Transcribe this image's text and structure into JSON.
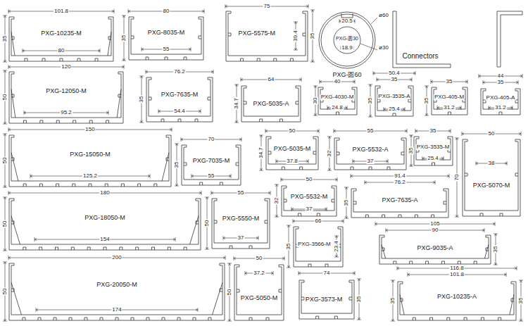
{
  "diagram": {
    "nodes": [
      {
        "text": [
          "PXG-10235-M"
        ]
      },
      {
        "text": [
          "PXG-8035-M"
        ]
      },
      {
        "text": [
          "PXG-5575-M"
        ]
      },
      {
        "text": [
          "PXG-圆60"
        ]
      },
      {
        "text": [
          "PXG-圆30"
        ],
        "in": 3
      },
      {
        "text": [
          "PXG-12050-M"
        ]
      },
      {
        "text": [
          "PXG-7635-M"
        ]
      },
      {
        "text": [
          "PXG-5035-A"
        ]
      },
      {
        "text": [
          "PXG-4030-M"
        ]
      },
      {
        "text": [
          "PXG-3535-A"
        ]
      },
      {
        "text": [
          "PXG-405-M"
        ]
      },
      {
        "text": [
          "PXG-405-A"
        ]
      },
      {
        "text": [
          "PXG-15050-M"
        ]
      },
      {
        "text": [
          "PXG-7035-M"
        ]
      },
      {
        "text": [
          "PXG-5035-M"
        ]
      },
      {
        "text": [
          "PXG-5532-A"
        ]
      },
      {
        "text": [
          "PXG-3535-M"
        ]
      },
      {
        "text": [
          "PXG-5070-M"
        ]
      },
      {
        "text": [
          "PXG-18050-M"
        ]
      },
      {
        "text": [
          "PXG-5550-M"
        ]
      },
      {
        "text": [
          "PXG-5532-M"
        ]
      },
      {
        "text": [
          "PXG-7635-A"
        ]
      },
      {
        "text": [
          "PXG-3566-M"
        ]
      },
      {
        "text": [
          "PXG-9035-A"
        ]
      },
      {
        "text": [
          "PXG-20050-M"
        ]
      },
      {
        "text": [
          "PXG-5050-M"
        ]
      },
      {
        "text": [
          "PXG-3573-M"
        ]
      },
      {
        "text": [
          "PXG-10235-A"
        ]
      }
    ],
    "labels": [
      "101.8",
      "80",
      "35",
      "80",
      "55",
      "35",
      "75",
      "39.4",
      "35",
      "ø60",
      "20.5",
      "18.9",
      "ø30",
      "Connectors",
      "120",
      "95.2",
      "50",
      "76.2",
      "54.4",
      "35",
      "64",
      "34.7",
      "40",
      "24.8",
      "30",
      "50.4",
      "35",
      "25.4",
      "35",
      "35",
      "31.2",
      "35",
      "44",
      "35",
      "31.2",
      "150",
      "125.2",
      "50",
      "70",
      "55",
      "35",
      "50",
      "37.8",
      "34.7",
      "55",
      "37",
      "32",
      "35",
      "25.4",
      "35",
      "50",
      "38",
      "70",
      "180",
      "154",
      "50",
      "55",
      "37",
      "50",
      "50",
      "37",
      "32",
      "91.4",
      "76.2",
      "35",
      "66",
      "23.4",
      "35",
      "105",
      "90",
      "35",
      "200",
      "174",
      "50",
      "50",
      "37.2",
      "50",
      "74",
      "35",
      "116.8",
      "101.8",
      "35",
      "35"
    ]
  }
}
